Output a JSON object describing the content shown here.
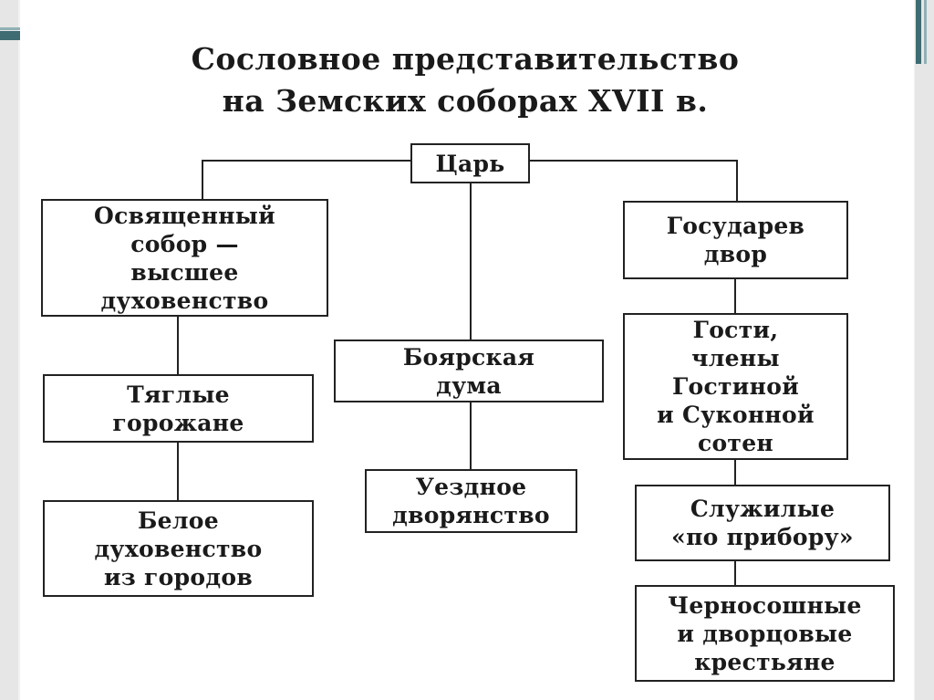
{
  "title": {
    "line1": "Сословное представительство",
    "line2": "на Земских соборах XVII в."
  },
  "nodes": {
    "tsar": "Царь",
    "clergy": "Освященный\nсобор —\nвысшее\nдуховенство",
    "townspeople": "Тяглые\nгорожане",
    "white_clergy": "Белое\nдуховенство\nиз городов",
    "boyar_duma": "Боярская\nдума",
    "uezd_nobility": "Уездное\nдворянство",
    "court": "Государев\nдвор",
    "merchants": "Гости,\nчлены\nГостиной\nи Суконной\nсотен",
    "servicemen": "Служилые\n«по прибору»",
    "peasants": "Черносошные\nи дворцовые\nкрестьяне"
  }
}
